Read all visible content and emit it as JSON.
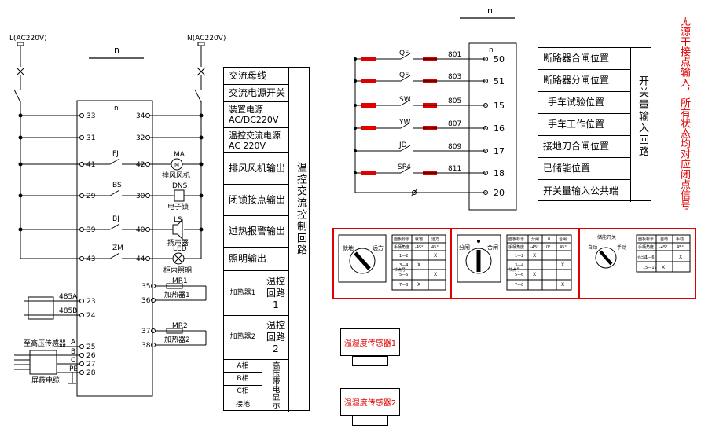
{
  "power": {
    "l_label": "L(AC220V)",
    "n_label": "N(AC220V)",
    "n_bus_label": "n",
    "top_n_label": "n"
  },
  "terminal_block": {
    "title": "n"
  },
  "left_terminals": [
    "33",
    "31",
    "41",
    "29",
    "39",
    "43",
    "23",
    "24",
    "25",
    "26",
    "27",
    "28"
  ],
  "right_terminals": [
    "34",
    "32",
    "42",
    "30",
    "40",
    "44",
    "35",
    "36",
    "37",
    "38"
  ],
  "contacts": {
    "fj": "FJ",
    "bs": "BS",
    "bj": "BJ",
    "zm": "ZM"
  },
  "devices": {
    "ma": "MA",
    "ma_label": "排风风机",
    "dns": "DNS",
    "dns_label": "电子锁",
    "ls": "LS",
    "ls_label": "扬声器",
    "led": "LED",
    "led_label": "柜内照明",
    "mr1": "MR1",
    "mr1_label": "加热器1",
    "mr2": "MR2",
    "mr2_label": "加热器2"
  },
  "rs485": {
    "a": "485A",
    "b": "485B"
  },
  "pressure": {
    "title": "至高压传感器",
    "a": "A",
    "b": "B",
    "c": "C",
    "pe": "PE",
    "shield": "屏蔽电缆"
  },
  "ac_table": {
    "rows": [
      "交流母线",
      "交流电源开关",
      "装置电源\nAC/DC220V",
      "温控交流电源\nAC 220V",
      "排风风机输出",
      "闭锁接点输出",
      "过热报警输出",
      "照明输出"
    ],
    "heater1": "加热器1",
    "loop1": "温控\n回路\n1",
    "heater2": "加热器2",
    "loop2": "温控\n回路\n2",
    "phases": [
      "A相",
      "B相",
      "C相",
      "接地"
    ],
    "hv_label": "高压带电显示",
    "side_label": "温控交流控制回路"
  },
  "di": {
    "title": "n",
    "switches": [
      "QF",
      "QF",
      "SW",
      "YW",
      "JD",
      "SP4"
    ],
    "wires": [
      "801",
      "803",
      "805",
      "807",
      "809",
      "811"
    ],
    "terminals": [
      "50",
      "51",
      "15",
      "16",
      "17",
      "18",
      "20"
    ],
    "table_rows": [
      "断路器合闸位置",
      "断路器分闸位置",
      "手车试验位置",
      "手车工作位置",
      "接地刀合闸位置",
      "已储能位置",
      "开关量输入公共端"
    ],
    "side_label": "开关量输入回路",
    "note": "无源干接点输入，所有状态均对应闭点信号"
  },
  "selectors": {
    "s1": {
      "left": "就地",
      "right": "远方",
      "h1": "面板标示",
      "h2": "就地",
      "h3": "远方",
      "r0": "手柄角度",
      "r0a": "-45°",
      "r0b": "45°",
      "side": "节点号",
      "rows": [
        "1—2",
        "3—4",
        "5—6",
        "7—8"
      ]
    },
    "s2": {
      "left": "分闸",
      "right": "合闸",
      "h1": "面板标示",
      "h2": "分闸",
      "h3": "0",
      "h4": "合闸",
      "r0": "手柄角度",
      "r0a": "-45°",
      "r0b": "0°",
      "r0c": "45°",
      "side": "节点号",
      "rows": [
        "1—2",
        "3—4",
        "5—6",
        "7—8"
      ]
    },
    "s3": {
      "top": "储能开关",
      "left": "自动",
      "right": "手动",
      "h1": "面板标示",
      "h2": "自动",
      "h3": "手动",
      "r0": "手柄角度",
      "r0a": "-45°",
      "r0b": "45°",
      "side": "节点号",
      "rows": [
        "11—6",
        "15—19"
      ]
    }
  },
  "sensors": {
    "s1": "温湿度传感器1",
    "s2": "温湿度传感器2"
  },
  "colors": {
    "accent": "#e00000",
    "line": "#000000"
  }
}
